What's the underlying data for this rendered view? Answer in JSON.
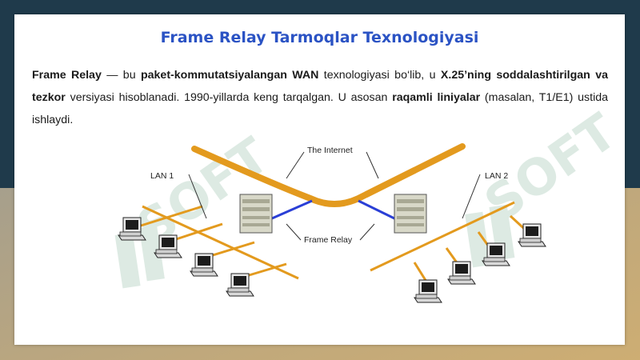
{
  "slide": {
    "title": "Frame Relay Tarmoqlar Texnologiyasi",
    "paragraph": [
      {
        "text": "Frame Relay",
        "bold": true
      },
      {
        "text": " — bu ",
        "bold": false
      },
      {
        "text": "paket-kommutatsiyalangan WAN",
        "bold": true
      },
      {
        "text": " texnologiyasi bo‘lib, u ",
        "bold": false
      },
      {
        "text": "X.25’ning soddalashtirilgan va tezkor",
        "bold": true
      },
      {
        "text": " versiyasi hisoblanadi. 1990-yillarda keng tarqalgan. U asosan ",
        "bold": false
      },
      {
        "text": "raqamli liniyalar",
        "bold": true
      },
      {
        "text": " (masalan, T1/E1) ustida ishlaydi.",
        "bold": false
      }
    ]
  },
  "diagram": {
    "labels": {
      "internet": "The Internet",
      "lan1": "LAN 1",
      "lan2": "LAN 2",
      "frame_relay": "Frame Relay"
    },
    "colors": {
      "internet_line": "#e39a1e",
      "lan_line": "#e39a1e",
      "frame_relay_line": "#2a3fd6"
    }
  },
  "watermark": {
    "text": "SOFT"
  }
}
